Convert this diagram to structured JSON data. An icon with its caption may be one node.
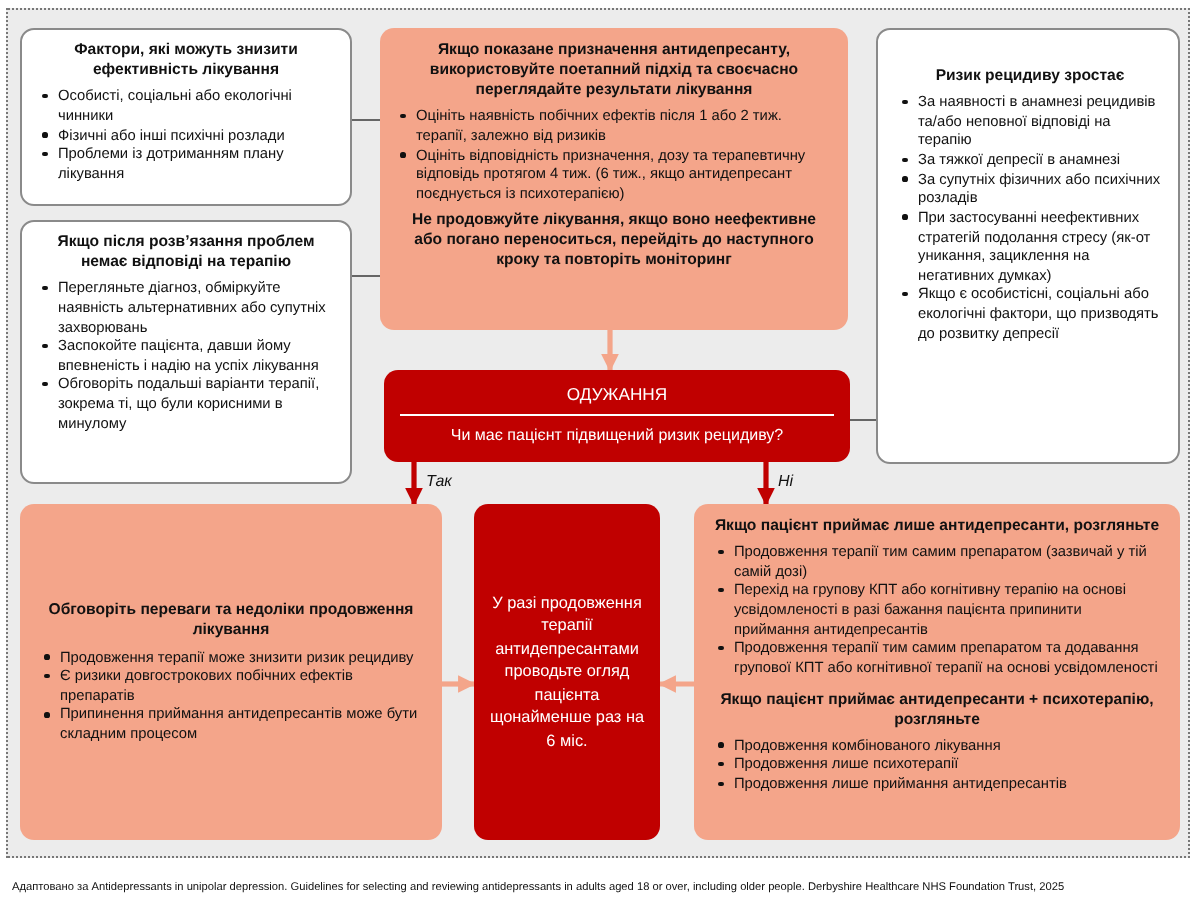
{
  "diagram": {
    "nodes": [
      {
        "text": [
          "Фактори, які можуть знизити ефективність лікування",
          "Особисті, соціальні або екологічні чинники",
          "Фізичні або інші психічні розлади",
          "Проблеми із дотриманням плану лікування"
        ]
      },
      {
        "text": [
          "Якщо після розв’язання проблем немає відповіді на терапію",
          "Перегляньте діагноз, обміркуйте наявність альтернативних або супутніх захворювань",
          "Заспокойте пацієнта, давши йому впевненість і надію на успіх лікування",
          "Обговоріть подальші варіанти терапії, зокрема ті, що були корисними в минулому"
        ]
      },
      {
        "text": [
          "Якщо показане призначення антидепресанту, використовуйте поетапний підхід та своєчасно переглядайте результати лікування",
          "Оцініть наявність побічних ефектів після 1 або 2 тиж. терапії, залежно від ризиків",
          "Оцініть відповідність призначення, дозу та терапевтичну відповідь протягом 4 тиж. (6 тиж., якщо антидепресант поєднується із психотерапією)",
          "Не продовжуйте лікування, якщо воно неефективне або погано переноситься, перейдіть до наступного кроку та повторіть моніторинг"
        ]
      },
      {
        "text": [
          "Ризик рецидиву зростає",
          "За наявності в анамнезі рецидивів та/або неповної відповіді на терапію",
          "За тяжкої депресії в анамнезі",
          "За супутніх фізичних або психічних розладів",
          "При застосуванні неефективних стратегій подолання стресу (як-от уникання, зациклення на негативних думках)",
          "Якщо є особистісні, соціальні або екологічні фактори, що призводять до розвитку депресії"
        ]
      },
      {
        "text": [
          "ОДУЖАННЯ",
          "Чи має пацієнт підвищений ризик рецидиву?"
        ]
      },
      {
        "text": [
          "Обговоріть переваги та недоліки продовження лікування",
          "Продовження терапії може знизити ризик рецидиву",
          "Є ризики довгострокових побічних ефектів препаратів",
          "Припинення приймання антидепресантів може бути складним процесом"
        ]
      },
      {
        "text": [
          "У разі продовження терапії антидепресантами проводьте огляд пацієнта щонайменше раз на 6 міс."
        ]
      },
      {
        "text": [
          "Якщо пацієнт приймає лише антидепресанти, розгляньте",
          "Продовження терапії тим самим препаратом (зазвичай у тій самій дозі)",
          "Перехід на групову КПТ або когнітивну терапію на основі усвідомленості в разі бажання пацієнта припинити приймання антидепресантів",
          "Продовження терапії тим самим препаратом та додавання групової КПТ або когнітивної терапії на основі усвідомленості",
          "Якщо пацієнт приймає антидепресанти + психотерапію, розгляньте",
          "Продовження комбінованого лікування",
          "Продовження лише психотерапії",
          "Продовження лише приймання антидепресантів"
        ]
      }
    ],
    "edges": [
      {
        "from": 0,
        "to": 2,
        "arrow": "none"
      },
      {
        "from": 1,
        "to": 2,
        "arrow": "none"
      },
      {
        "from": 2,
        "to": 4,
        "arrow": "to",
        "color": "#f4a58a"
      },
      {
        "from": 4,
        "to": 3,
        "arrow": "none"
      },
      {
        "from": 4,
        "to": 5,
        "label": "Так",
        "arrow": "to",
        "color": "#c00000"
      },
      {
        "from": 4,
        "to": 7,
        "label": "Ні",
        "arrow": "to",
        "color": "#c00000"
      },
      {
        "from": 5,
        "to": 6,
        "arrow": "to",
        "color": "#f4a58a"
      },
      {
        "from": 7,
        "to": 6,
        "arrow": "to",
        "color": "#f4a58a"
      }
    ],
    "labels": [
      "Адаптовано за Antidepressants in unipolar depression. Guidelines for selecting and reviewing antidepressants in adults aged 18 or over, including older people. Derbyshire Healthcare NHS Foundation Trust, 2025"
    ]
  }
}
